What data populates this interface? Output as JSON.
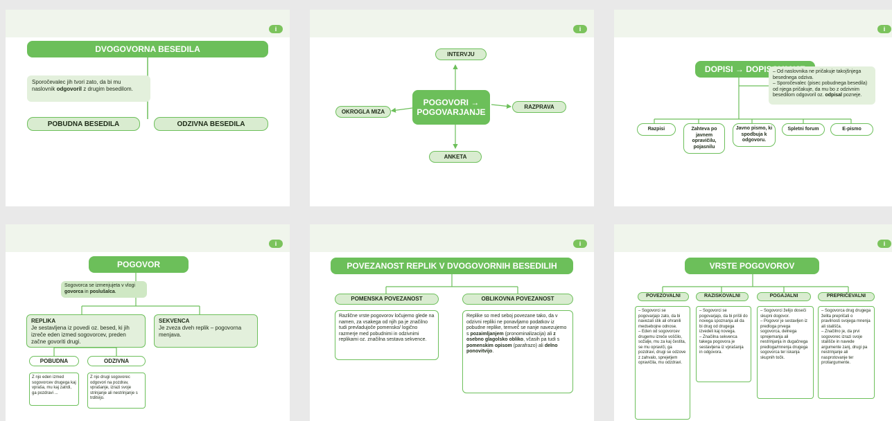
{
  "info_label": "i",
  "s1": {
    "title": "DVOGOVORNA BESEDILA",
    "note_pre": "Sporočevalec jih tvori zato, da bi mu naslovnik ",
    "note_bold": "odgovoril",
    "note_post": " z drugim besedilom.",
    "left": "POBUDNA BESEDILA",
    "right": "ODZIVNA BESEDILA"
  },
  "s2": {
    "center": "POGOVORI → POGOVARJANJE",
    "top": "INTERVJU",
    "left": "OKROGLA MIZA",
    "right": "RAZPRAVA",
    "bottom": "ANKETA"
  },
  "s3": {
    "title": "DOPISI → DOPISOVANJE",
    "note1": "Od naslovnika ne pričakuje takojšnjega besednega odziva.",
    "note2_pre": "Sporočevalec (pisec pobudnega besedila) od njega pričakuje, da mu bo z odzivnim besedilom odgovoril oz. ",
    "note2_bold": "odpisal",
    "note2_post": " pozneje.",
    "items": [
      "Razpisi",
      "Zahteva po javnem opravičilu, pojasnilu",
      "Javno pismo, ki spodbuja k odgovoru.",
      "Spletni forum",
      "E-pismo"
    ]
  },
  "s4": {
    "title": "POGOVOR",
    "note_pre": "Sogovorca se izmenjujeta v vlogi ",
    "note_b1": "govorca",
    "note_mid": " in ",
    "note_b2": "poslušalca",
    "note_post": ".",
    "replika_title": "REPLIKA",
    "replika_text": "Je sestavljena iz povedi oz. besed, ki jih izreče eden izmed sogovorcev, preden začne govoriti drugi.",
    "sekvenca_title": "SEKVENCA",
    "sekvenca_text": "Je zveza dveh replik – pogovorna menjava.",
    "pobudna": "POBUDNA",
    "odzivna": "ODZIVNA",
    "pobudna_text": "Z njo eden izmed sogovorcev drugega kaj vpraša, mu kaj zatrdi, ga pozdravi ...",
    "odzivna_text": "Z njo drugi sogovorec odgovori na pozdrav, vprašanje, izrazi svoje strinjanje ali nestrinjanje s trditvijo."
  },
  "s5": {
    "title": "POVEZANOST REPLIK V DVOGOVORNIH BESEDILIH",
    "left_title": "POMENSKA POVEZANOST",
    "right_title": "OBLIKOVNA POVEZANOST",
    "left_text": "Različne vrste pogovorov ločujemo glede na namen, za vsakega od njih pa je značilno tudi prevladujoče pomensko/ logično razmerje med pobudnimi in odzivnimi replikami oz. značilna sestava sekvence.",
    "r_1": "Replike so med seboj povezane tako, da v odzivni repliki ne ponavljamo podatkov iz pobudne replike, temveč se nanje navezujemo s ",
    "r_b1": "pozaimljanjem",
    "r_2": " (pronominalizacija) ali ",
    "r_b2": "z osebno glagolsko obliko",
    "r_3": ", včasih pa tudi s ",
    "r_b3": "pomenskim opisom",
    "r_4": " (parafrazo) ali ",
    "r_b4": "delno ponovitvijo",
    "r_5": "."
  },
  "s6": {
    "title": "VRSTE POGOVOROV",
    "cols": [
      {
        "label": "POVEZOVALNI",
        "bullets": [
          "Sogovorci se pogovarjajo zato, da bi navezali stik ali ohranili medsebojne odnose.",
          "Eden od sogovorcev drugemu izreče voščilo, sožalje, mu za kaj čestita, se mu opraviči, ga pozdravi, drugi se odzove z zahvalo, sprejetjem opravičila, mu odzdravi."
        ]
      },
      {
        "label": "RAZISKOVALNI",
        "bullets": [
          "Sogovorci se pogovarjajo, da bi prišli do novega spoznanja ali da bi drug od drugega izvedeli kaj novega.",
          "Značilna sekvenca takega pogovora je sestavljena iz vprašanja in odgovora."
        ]
      },
      {
        "label": "POGAJALNI",
        "bullets": [
          "Sogovorci želijo doseči skupni dogovor.",
          "Pogovor je sestavljen iz predloga prvega sogovorca, delnega sprejemanja ali nestrinjanja in dugačnega predloga/mnenja drugega sogovorca ter iskanja skupnih točk."
        ]
      },
      {
        "label": "PREPRIČEVALNI",
        "bullets": [
          "Sogovorca drug drugega želita prepričati o pravilnosti svojega mnenja ali stališča.",
          "Značilno je, da prvi sogovorec izrazi svoje stališče in navede argumente zanj, drugi pa nestrinjanje ali nasprotovanje ter protiargumente."
        ]
      }
    ]
  }
}
